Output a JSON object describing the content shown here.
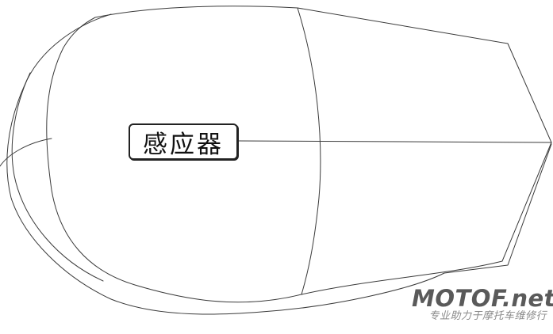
{
  "callout": {
    "label": "感应器"
  },
  "watermark": {
    "brand": "MOTOF.net",
    "tagline": "专业助力于摩托车维修行"
  },
  "colors": {
    "line": "#3a3a3a",
    "label_border": "#222222",
    "watermark": "#5a5a5a"
  }
}
